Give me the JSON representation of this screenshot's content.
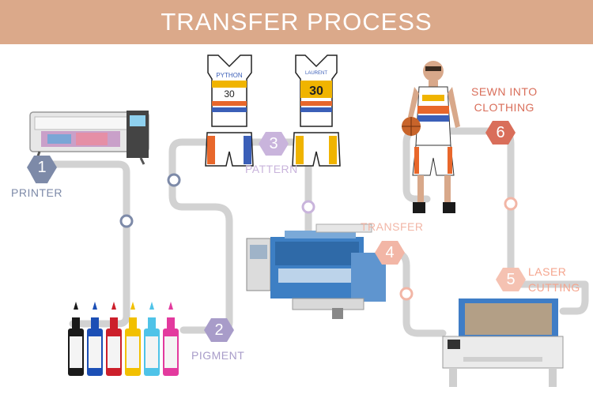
{
  "title": "TRANSFER PROCESS",
  "steps": [
    {
      "number": "1",
      "label": "PRINTER"
    },
    {
      "number": "2",
      "label": "PIGMENT"
    },
    {
      "number": "3",
      "label": "PATTERN"
    },
    {
      "number": "4",
      "label": "TRANSFER"
    },
    {
      "number": "5",
      "label_line1": "LASER",
      "label_line2": "CUTTING"
    },
    {
      "number": "6",
      "label_line1": "SEWN INTO",
      "label_line2": "CLOTHING"
    }
  ],
  "jersey_text": {
    "name_a": "PYTHON",
    "name_b": "LAURENT",
    "number": "30"
  },
  "colors": {
    "banner": "#dba98a",
    "step1": "#7d8aa8",
    "step2": "#a89cc9",
    "step3": "#c9b4dc",
    "step4": "#f2b6a6",
    "step5": "#f5c2b2",
    "step6": "#d96e5a",
    "path": "#d2d2d2"
  }
}
